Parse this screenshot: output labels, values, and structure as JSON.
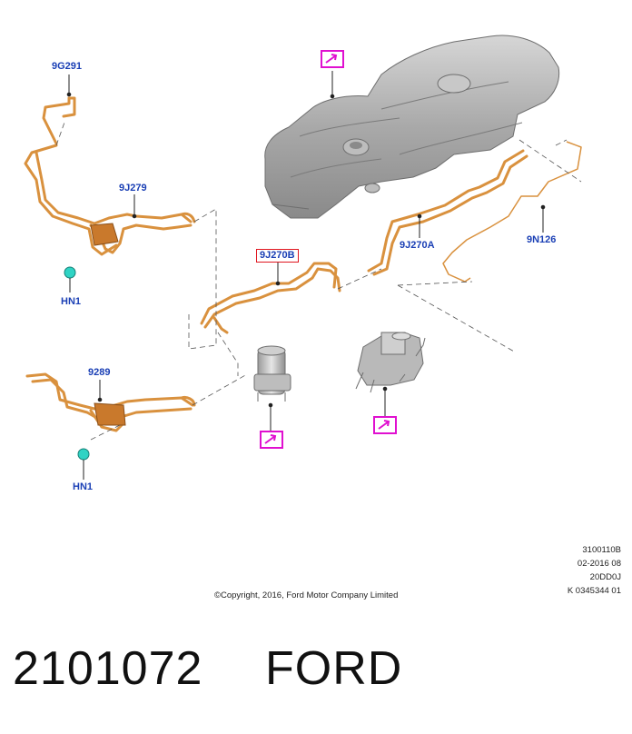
{
  "callouts": {
    "c_9g291": "9G291",
    "c_9j279": "9J279",
    "c_hn1_top": "HN1",
    "c_9j270b": "9J270B",
    "c_9j270a": "9J270A",
    "c_9n126": "9N126",
    "c_9289": "9289",
    "c_hn1_bottom": "HN1"
  },
  "info": {
    "line1": "3100110B",
    "line2": "02-2016 08",
    "line3": "20DD0J",
    "line4": "K 0345344 01"
  },
  "copyright": "©Copyright, 2016, Ford Motor Company Limited",
  "footer": {
    "part_number": "2101072",
    "brand": "FORD"
  },
  "colors": {
    "callout_text": "#1a3fb5",
    "link_icon": "#e010d0",
    "selected_box": "#e0151f",
    "pipe": "#d9913e",
    "clip": "#2fd3c4"
  },
  "icons": [
    "link-arrow-icon",
    "fuel-tank",
    "fuel-filter",
    "fuel-pump-module"
  ]
}
